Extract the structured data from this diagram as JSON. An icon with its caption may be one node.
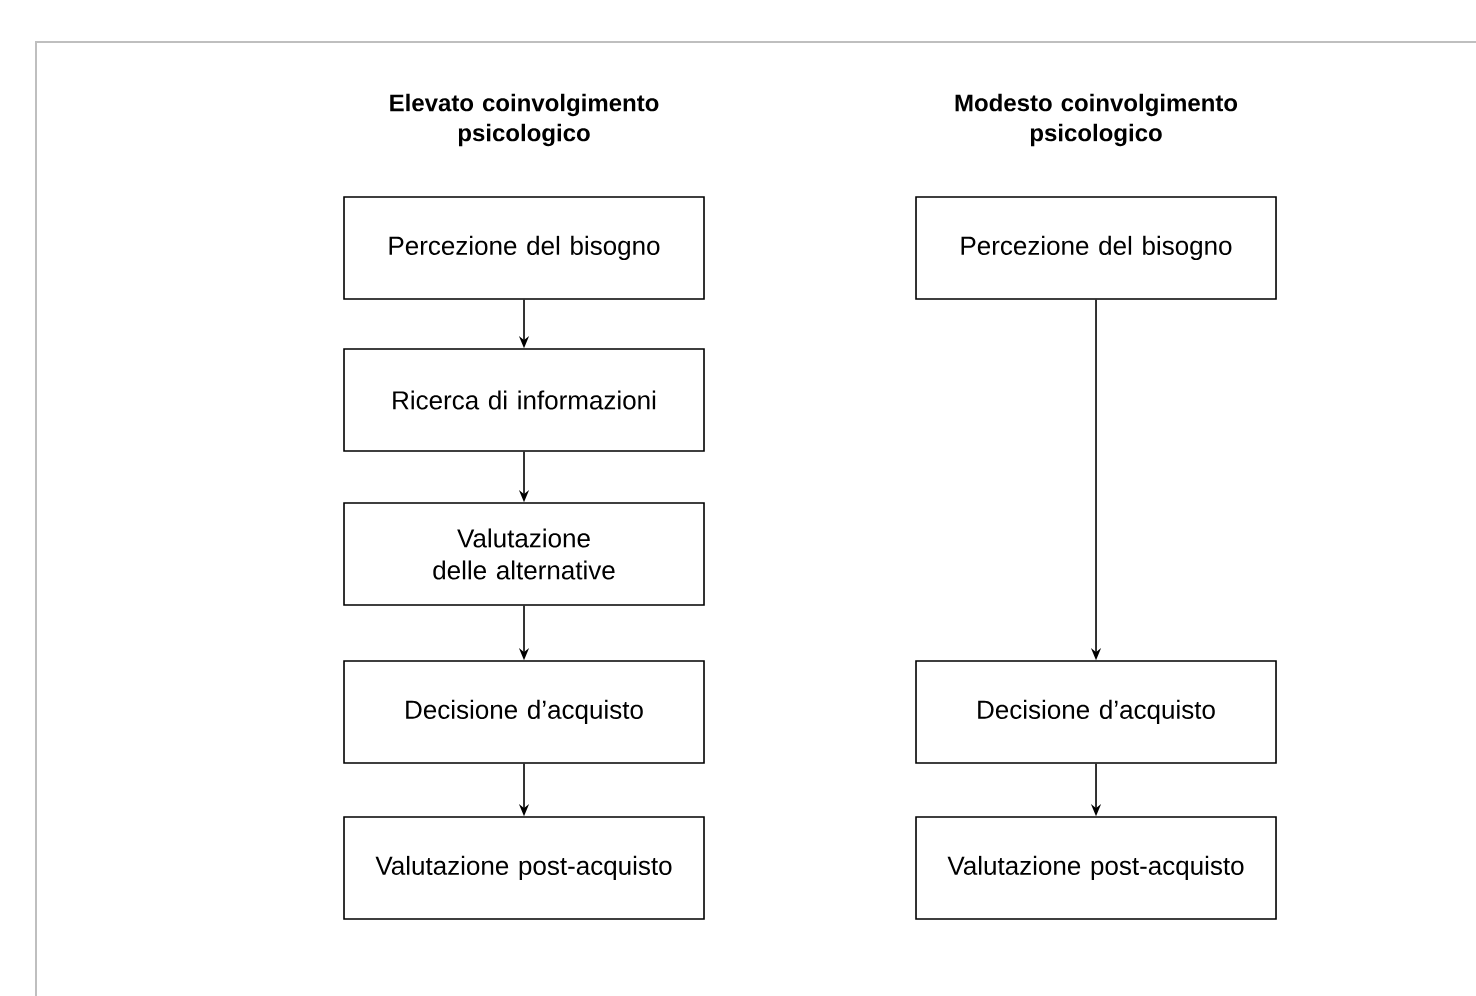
{
  "diagram": {
    "nodes": [
      {
        "text": [
          "Percezione del bisogno"
        ]
      },
      {
        "text": [
          "Ricerca di informazioni"
        ]
      },
      {
        "text": [
          "Valutazione delle alternative"
        ]
      },
      {
        "text": [
          "Decisione d’acquisto"
        ]
      },
      {
        "text": [
          "Valutazione post-acquisto"
        ]
      },
      {
        "text": [
          "Percezione del bisogno"
        ]
      },
      {
        "text": [
          "Decisione d’acquisto"
        ]
      },
      {
        "text": [
          "Valutazione post-acquisto"
        ]
      }
    ],
    "edges": [
      {
        "from": 0,
        "to": 1,
        "arrow": "to"
      },
      {
        "from": 1,
        "to": 2,
        "arrow": "to"
      },
      {
        "from": 2,
        "to": 3,
        "arrow": "to"
      },
      {
        "from": 3,
        "to": 4,
        "arrow": "to"
      },
      {
        "from": 5,
        "to": 6,
        "arrow": "to"
      },
      {
        "from": 6,
        "to": 7,
        "arrow": "to"
      }
    ],
    "labels": [
      "Elevato coinvolgimento psicologico",
      "Modesto coinvolgimento psicologico"
    ]
  }
}
